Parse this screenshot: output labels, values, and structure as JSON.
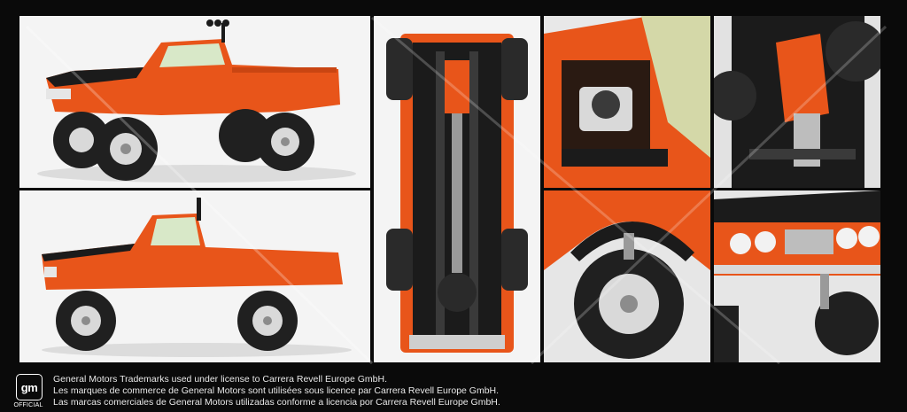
{
  "gallery": {
    "panels": [
      {
        "id": "side-view-raised",
        "subject": "orange pickup truck side view"
      },
      {
        "id": "side-view-lowered",
        "subject": "orange pickup truck side view"
      },
      {
        "id": "underside-view",
        "subject": "truck chassis underside"
      },
      {
        "id": "engine-bay",
        "subject": "engine bay detail"
      },
      {
        "id": "chassis-detail",
        "subject": "chassis detail"
      },
      {
        "id": "wheel-detail",
        "subject": "front wheel detail"
      },
      {
        "id": "front-grille",
        "subject": "front grille detail"
      }
    ]
  },
  "colors": {
    "body_orange": "#e8551a",
    "hood_black": "#1b1b1b",
    "tire_black": "#202020",
    "rim_silver": "#d9d9d9",
    "background": "#0a0a0a"
  },
  "footer": {
    "logo_text": "gm",
    "logo_caption": "OFFICIAL",
    "legal_lines": [
      "General Motors Trademarks used under license to Carrera Revell Europe GmbH.",
      "Les marques de commerce de General Motors sont utilisées sous licence par Carrera Revell Europe GmbH.",
      "Las marcas comerciales de General Motors utilizadas conforme a licencia por Carrera Revell Europe GmbH."
    ]
  }
}
